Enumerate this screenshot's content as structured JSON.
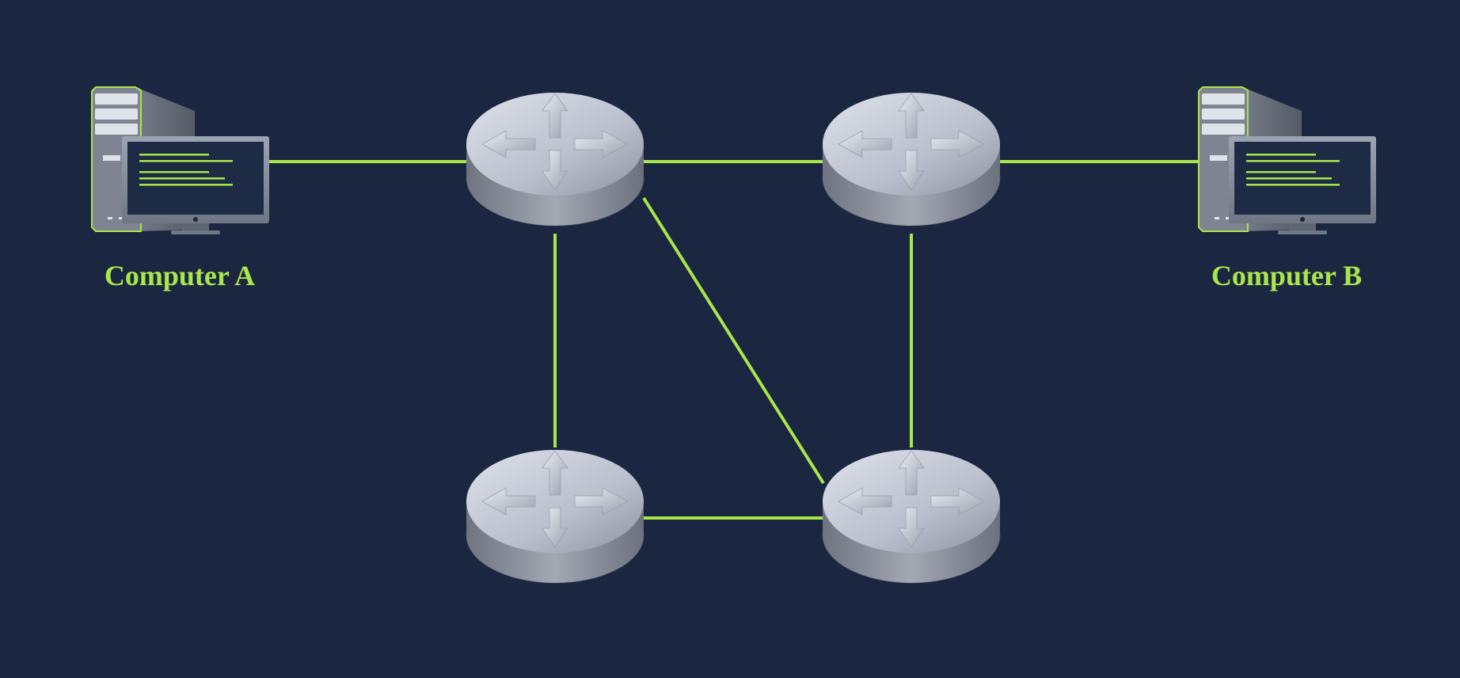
{
  "colors": {
    "background": "#1b2640",
    "link": "#a8e64a",
    "label": "#a8e64a",
    "router_top": "#c9ced9",
    "router_side": "#8a909c"
  },
  "computers": [
    {
      "id": "computer-a",
      "label": "Computer A",
      "icon": "desktop-computer-icon"
    },
    {
      "id": "computer-b",
      "label": "Computer B",
      "icon": "desktop-computer-icon"
    }
  ],
  "routers": [
    {
      "id": "router-1",
      "icon": "router-icon"
    },
    {
      "id": "router-2",
      "icon": "router-icon"
    },
    {
      "id": "router-3",
      "icon": "router-icon"
    },
    {
      "id": "router-4",
      "icon": "router-icon"
    }
  ],
  "links": [
    {
      "from": "computer-a",
      "to": "router-1"
    },
    {
      "from": "router-1",
      "to": "router-2"
    },
    {
      "from": "router-2",
      "to": "computer-b"
    },
    {
      "from": "router-1",
      "to": "router-3"
    },
    {
      "from": "router-1",
      "to": "router-4"
    },
    {
      "from": "router-2",
      "to": "router-4"
    },
    {
      "from": "router-3",
      "to": "router-4"
    }
  ]
}
